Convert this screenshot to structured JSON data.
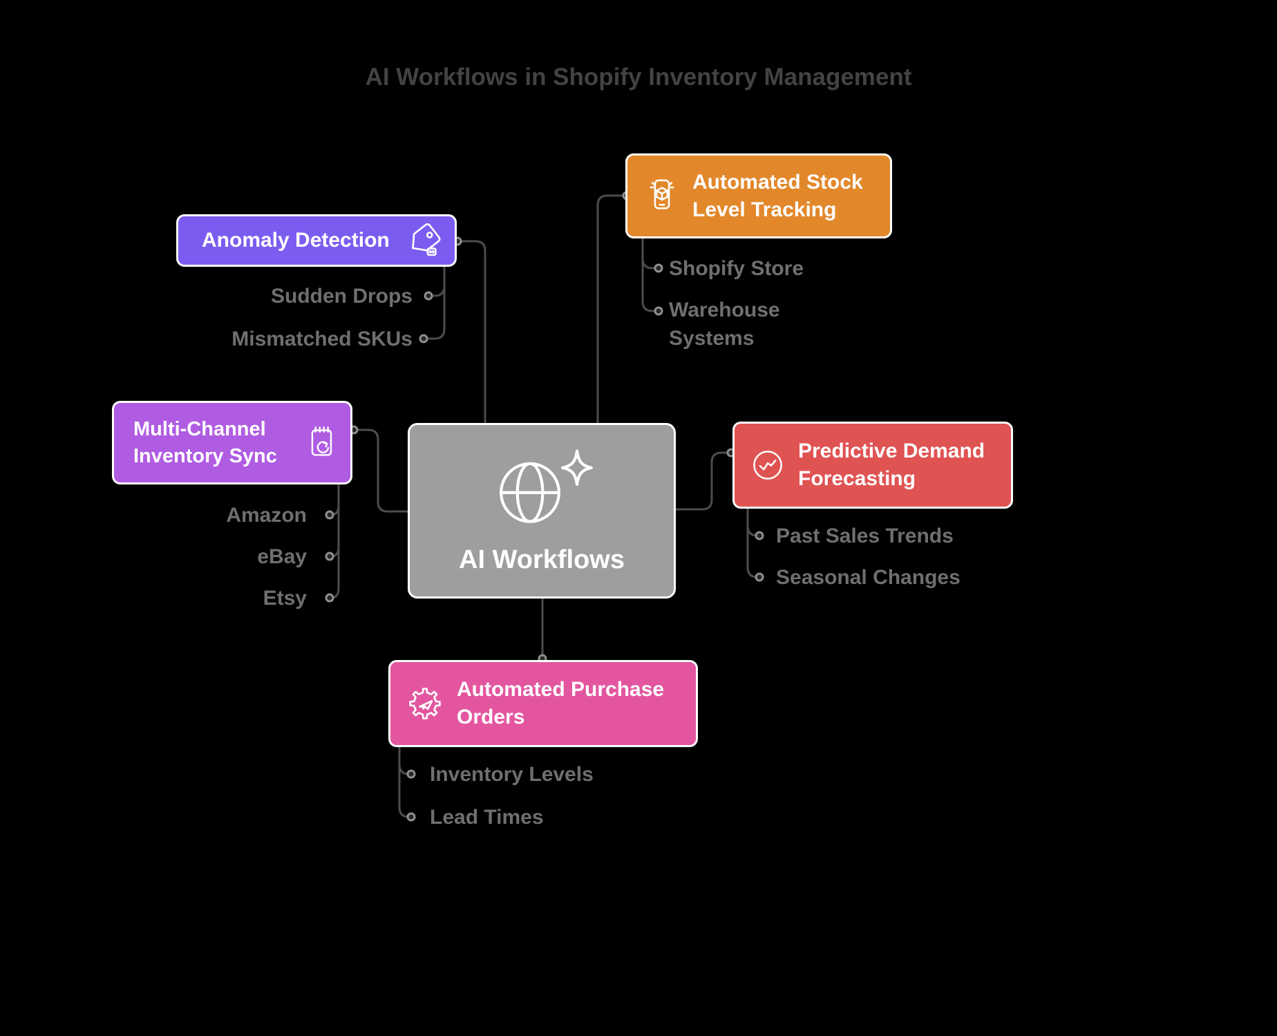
{
  "title": "AI Workflows in Shopify Inventory Management",
  "center": {
    "label": "AI Workflows",
    "icon": "globe-sparkle-icon",
    "color": "#9E9E9E"
  },
  "branches": {
    "stock_tracking": {
      "label": "Automated Stock Level Tracking",
      "icon": "mobile-box-icon",
      "color": "#E2882B",
      "children": [
        "Shopify Store",
        "Warehouse Systems"
      ]
    },
    "anomaly_detection": {
      "label": "Anomaly Detection",
      "icon": "price-tag-icon",
      "color": "#7C5CF0",
      "children": [
        "Sudden Drops",
        "Mismatched SKUs"
      ]
    },
    "multi_channel_sync": {
      "label": "Multi-Channel Inventory Sync",
      "icon": "clipboard-sync-icon",
      "color": "#B05CE2",
      "children": [
        "Amazon",
        "eBay",
        "Etsy"
      ]
    },
    "demand_forecasting": {
      "label": "Predictive Demand Forecasting",
      "icon": "trend-chart-icon",
      "color": "#E05353",
      "children": [
        "Past Sales Trends",
        "Seasonal Changes"
      ]
    },
    "purchase_orders": {
      "label": "Automated Purchase Orders",
      "icon": "gear-alert-icon",
      "color": "#E3569F",
      "children": [
        "Inventory Levels",
        "Lead Times"
      ]
    }
  },
  "palette": {
    "background": "#000000",
    "title_text": "#434343",
    "sub_label_text": "#6F6F6F",
    "connector_line": "#4D4D4D",
    "node_border": "#FFFFFF",
    "node_text": "#FFFFFF"
  }
}
